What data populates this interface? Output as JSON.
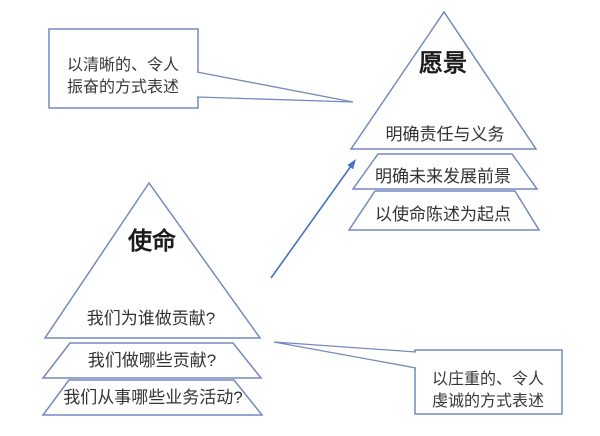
{
  "diagram": {
    "type": "stacked-pyramid-comparison",
    "colors": {
      "background": "#ffffff",
      "shape_outline": "#7589bd",
      "arrow": "#4472c4",
      "text": "#333333"
    },
    "pyramids": {
      "mission": {
        "title": "使命",
        "layers": [
          "我们为谁做贡献?",
          "我们做哪些贡献?",
          "我们从事哪些业务活动?"
        ]
      },
      "vision": {
        "title": "愿景",
        "layers": [
          "明确责任与义务",
          "明确未来发展前景",
          "以使命陈述为起点"
        ]
      }
    },
    "callouts": {
      "top_left": {
        "lines": [
          "以清晰的、令人",
          "振奋的方式表述"
        ]
      },
      "bottom_right": {
        "lines": [
          "以庄重的、令人",
          "虔诚的方式表述"
        ]
      }
    }
  }
}
